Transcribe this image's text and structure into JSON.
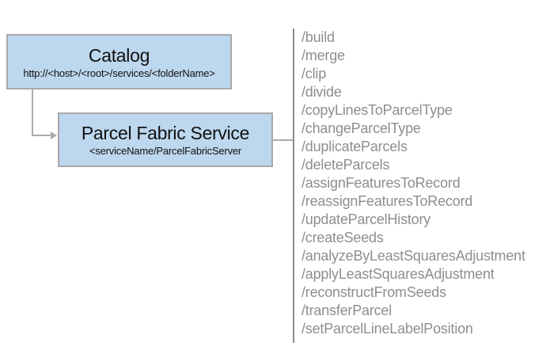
{
  "diagram": {
    "catalog_box": {
      "title": "Catalog",
      "subtitle": "http://<host>/<root>/services/<folderName>"
    },
    "service_box": {
      "title": "Parcel Fabric Service",
      "subtitle": "<serviceName/ParcelFabricServer"
    },
    "endpoints": {
      "items": [
        "/build",
        "/merge",
        "/clip",
        "/divide",
        "/copyLinesToParcelType",
        "/changeParcelType",
        "/duplicateParcels",
        "/deleteParcels",
        "/assignFeaturesToRecord",
        "/reassignFeaturesToRecord",
        "/updateParcelHistory",
        "/createSeeds",
        "/analyzeByLeastSquaresAdjustment",
        "/applyLeastSquaresAdjustment",
        "/reconstructFromSeeds",
        "/transferParcel",
        "/setParcelLineLabelPosition"
      ]
    }
  },
  "colors": {
    "box_fill": "#BDD7EE",
    "box_border": "#A9A9A9",
    "connector": "#ABABAB",
    "endpoint_text": "#8E8E8E",
    "divider": "#8C8C8C",
    "title_text": "#111111"
  }
}
